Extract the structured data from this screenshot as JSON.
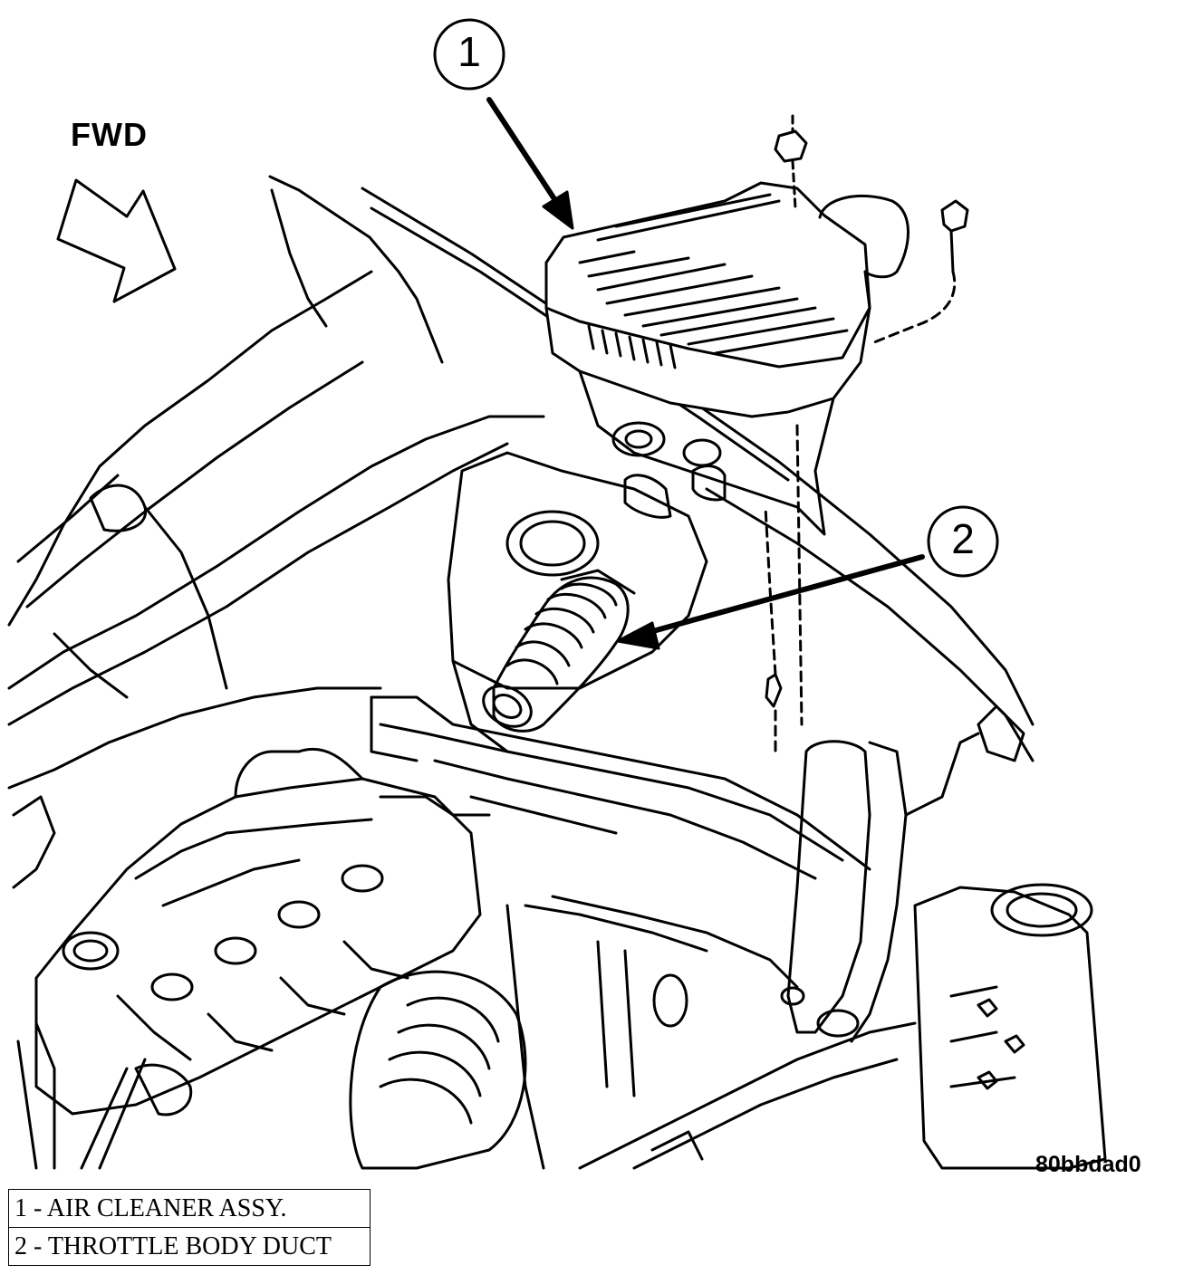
{
  "orientation": {
    "label": "FWD"
  },
  "figure_code": "80bbdad0",
  "callouts": [
    {
      "number": "1",
      "component": "AIR CLEANER ASSY."
    },
    {
      "number": "2",
      "component": "THROTTLE BODY DUCT"
    }
  ],
  "legend": [
    {
      "text": "1 - AIR CLEANER ASSY."
    },
    {
      "text": "2 - THROTTLE BODY DUCT"
    }
  ]
}
